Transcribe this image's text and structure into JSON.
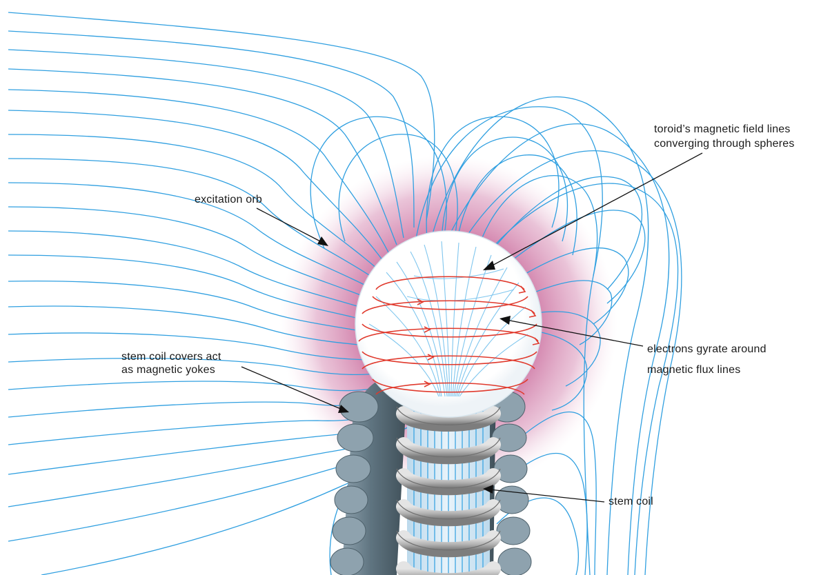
{
  "labels": {
    "toroid_line1": "toroid’s magnetic field lines",
    "toroid_line2": "converging through spheres",
    "excitation_orb": "excitation orb",
    "electrons_line1": "electrons gyrate around",
    "electrons_line2": "magnetic flux lines",
    "stem_covers_line1": "stem coil covers act",
    "stem_covers_line2": "as magnetic yokes",
    "stem_coil": "stem coil"
  },
  "colors": {
    "field_lines": "#2f9fe0",
    "gyration_rings": "#e0392c",
    "orb_glow": "#c0508a",
    "yoke": "#5f7480",
    "coil": "#b9b9b9"
  }
}
